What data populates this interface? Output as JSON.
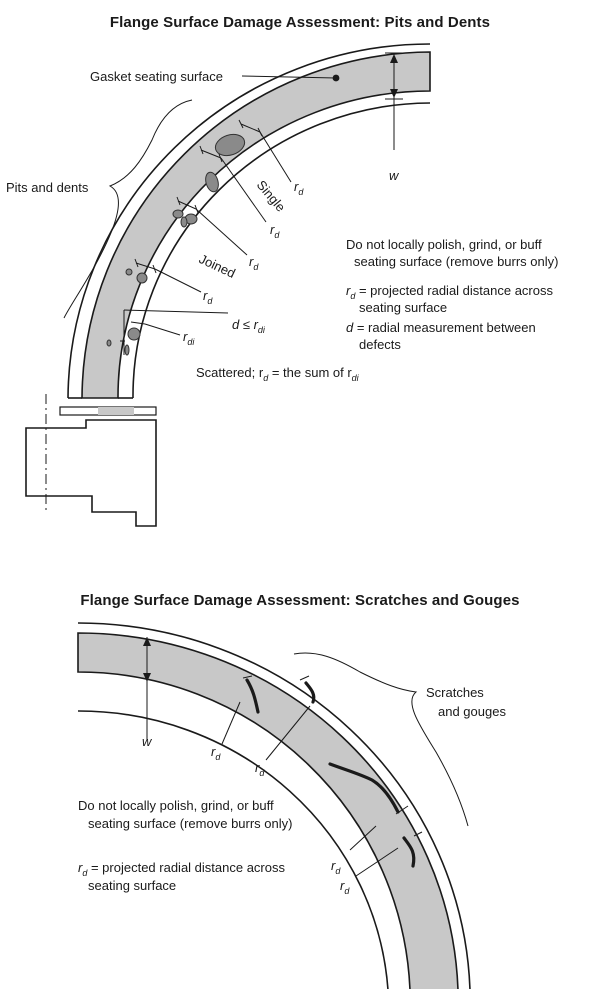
{
  "diagram1": {
    "title": "Flange Surface Damage Assessment: Pits and Dents",
    "labels": {
      "gasket_seating_surface": "Gasket seating surface",
      "pits_and_dents": "Pits and dents",
      "w": "w",
      "r": "r",
      "r_sub_d": "d",
      "r_sub_di": "di",
      "single": "Single",
      "joined": "Joined",
      "d_le": "d ≤ r",
      "scattered_prefix": "Scattered; r",
      "scattered_mid": " = the sum of r"
    },
    "notes": {
      "note1_line1": "Do not locally polish, grind, or buff",
      "note1_line2": "seating surface (remove burrs only)",
      "note2_line1": " = projected radial distance across",
      "note2_line2": "seating surface",
      "note3_line1": " = radial measurement between",
      "note3_line2": "defects",
      "note3_symbol": "d"
    }
  },
  "diagram2": {
    "title": "Flange Surface Damage Assessment: Scratches and Gouges",
    "labels": {
      "scratches_line1": "Scratches",
      "scratches_line2": "and gouges",
      "w": "w",
      "r": "r",
      "r_sub_d": "d"
    },
    "notes": {
      "note1_line1": "Do not locally polish, grind, or buff",
      "note1_line2": "seating surface (remove burrs only)",
      "note2_line1": " = projected radial distance across",
      "note2_line2": "seating surface"
    }
  },
  "colors": {
    "seating_surface": "#c8c8c8",
    "defect": "#8a8a8a",
    "outline": "#1a1a1a"
  }
}
